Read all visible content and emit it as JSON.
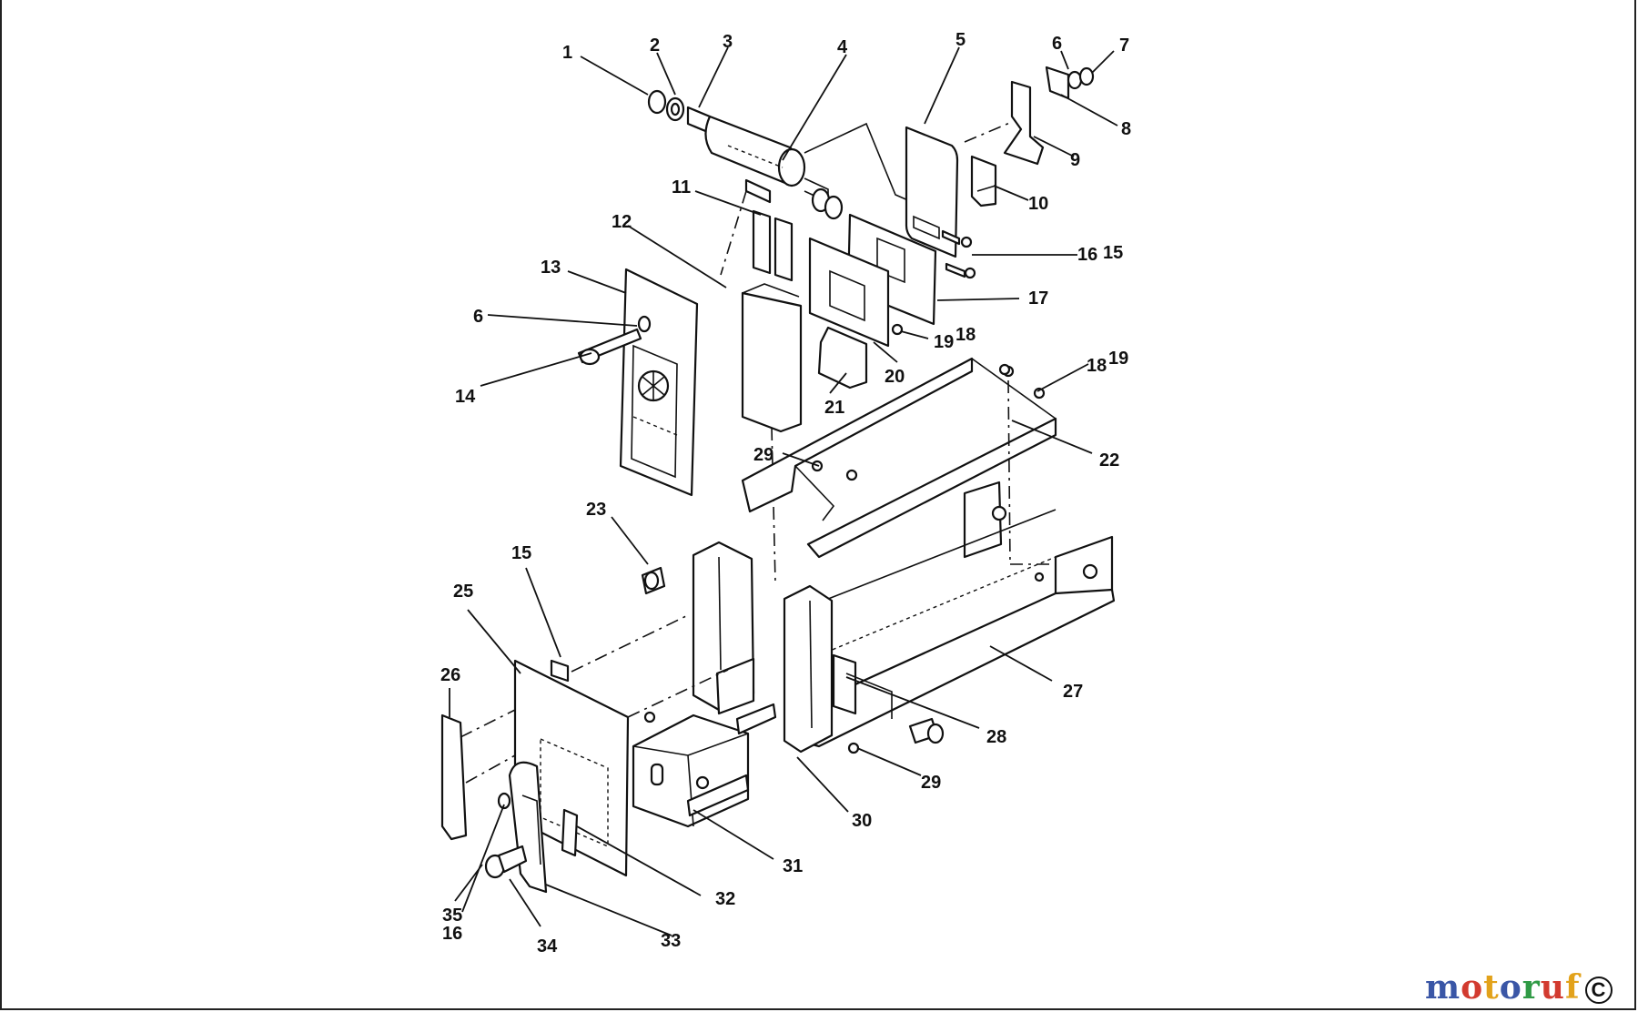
{
  "diagram": {
    "callouts": [
      {
        "id": "c1",
        "text": "1"
      },
      {
        "id": "c2",
        "text": "2"
      },
      {
        "id": "c3",
        "text": "3"
      },
      {
        "id": "c4",
        "text": "4"
      },
      {
        "id": "c5",
        "text": "5"
      },
      {
        "id": "c6a",
        "text": "6"
      },
      {
        "id": "c7",
        "text": "7"
      },
      {
        "id": "c8",
        "text": "8"
      },
      {
        "id": "c9",
        "text": "9"
      },
      {
        "id": "c10",
        "text": "10"
      },
      {
        "id": "c11",
        "text": "11"
      },
      {
        "id": "c12",
        "text": "12"
      },
      {
        "id": "c13",
        "text": "13"
      },
      {
        "id": "c6b",
        "text": "6"
      },
      {
        "id": "c14",
        "text": "14"
      },
      {
        "id": "c16a",
        "text": "16"
      },
      {
        "id": "c15a",
        "text": "15"
      },
      {
        "id": "c17",
        "text": "17"
      },
      {
        "id": "c19a",
        "text": "19"
      },
      {
        "id": "c18a",
        "text": "18"
      },
      {
        "id": "c20",
        "text": "20"
      },
      {
        "id": "c21",
        "text": "21"
      },
      {
        "id": "c18b",
        "text": "18"
      },
      {
        "id": "c19b",
        "text": "19"
      },
      {
        "id": "c22",
        "text": "22"
      },
      {
        "id": "c29a",
        "text": "29"
      },
      {
        "id": "c23",
        "text": "23"
      },
      {
        "id": "c15b",
        "text": "15"
      },
      {
        "id": "c25",
        "text": "25"
      },
      {
        "id": "c26",
        "text": "26"
      },
      {
        "id": "c27",
        "text": "27"
      },
      {
        "id": "c28",
        "text": "28"
      },
      {
        "id": "c29b",
        "text": "29"
      },
      {
        "id": "c30",
        "text": "30"
      },
      {
        "id": "c31",
        "text": "31"
      },
      {
        "id": "c32",
        "text": "32"
      },
      {
        "id": "c33",
        "text": "33"
      },
      {
        "id": "c34",
        "text": "34"
      },
      {
        "id": "c35",
        "text": "35"
      },
      {
        "id": "c16b",
        "text": "16"
      }
    ]
  },
  "watermark": {
    "letters": [
      {
        "ch": "m",
        "color": "#3a56a6"
      },
      {
        "ch": "o",
        "color": "#d23a2f"
      },
      {
        "ch": "t",
        "color": "#e2a21b"
      },
      {
        "ch": "o",
        "color": "#3a56a6"
      },
      {
        "ch": "r",
        "color": "#2f9a45"
      },
      {
        "ch": "u",
        "color": "#d23a2f"
      },
      {
        "ch": "f",
        "color": "#e2a21b"
      }
    ],
    "badge": "C"
  }
}
